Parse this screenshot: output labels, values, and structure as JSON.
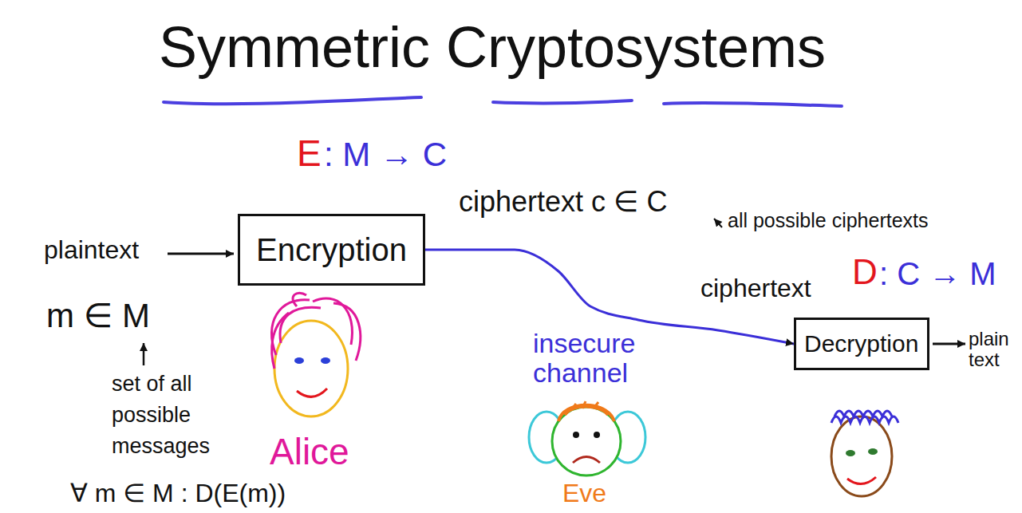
{
  "diagram": {
    "title": "Symmetric Cryptosystems",
    "nodes": [
      {
        "text": [
          "Encryption"
        ]
      },
      {
        "text": [
          "Decryption"
        ]
      }
    ],
    "edges": [
      {
        "from": 0,
        "to": 1,
        "arrow": "to"
      }
    ],
    "labels": [
      "E",
      ": M → C",
      "plaintext",
      "m ∈ M",
      "set of all possible messages",
      "Alice",
      "ciphertext c ∈ C",
      "all possible ciphertexts",
      "ciphertext",
      "D",
      ": C → M",
      "plain text",
      "insecure channel",
      "Eve",
      "∀ m ∈ M : D(E(m))"
    ]
  }
}
